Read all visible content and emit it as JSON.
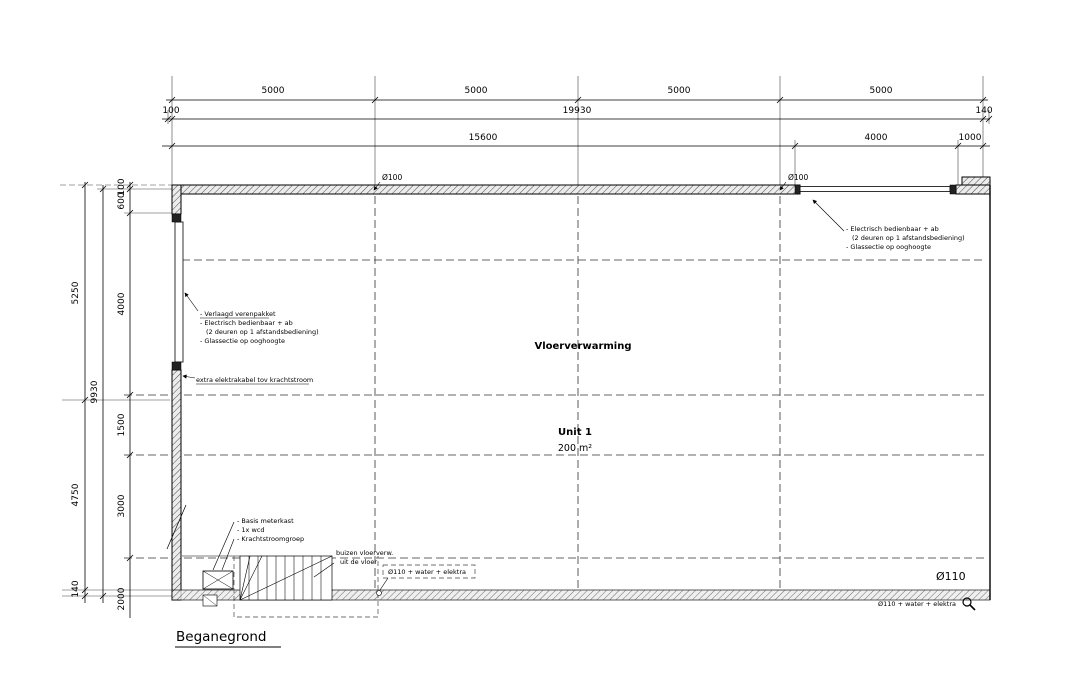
{
  "drawing_title": "Beganegrond",
  "dims": {
    "top1": [
      "5000",
      "5000",
      "5000",
      "5000"
    ],
    "top2": [
      "100",
      "19930",
      "140"
    ],
    "top3": [
      "15600",
      "4000",
      "1000"
    ],
    "left_outer": [
      "5250",
      "4750",
      "140"
    ],
    "left_mid": "9930",
    "left_inner": [
      "100",
      "600",
      "4000",
      "1500",
      "3000",
      "2000"
    ]
  },
  "labels": {
    "floor_heating": "Vloerverwarming",
    "unit_name": "Unit 1",
    "unit_area": "200 m²",
    "pipe_top_left": "Ø100",
    "pipe_top_right": "Ø100",
    "pipe_right": "Ø110",
    "pipe_bottom_left": "Ø110 + water + elektra",
    "pipe_bottom_right": "Ø110 + water + elektra"
  },
  "annotations": {
    "left_door": {
      "l1": "- Verlaagd verenpakket",
      "l2": "- Electrisch bedienbaar + ab",
      "l3": "(2 deuren op 1 afstandsbediening)",
      "l4": "- Glassectie op ooghoogte"
    },
    "cable": "extra elektrakabel tov krachtstroom",
    "right_door": {
      "l1": "- Electrisch bedienbaar + ab",
      "l2": "(2 deuren op 1 afstandsbediening)",
      "l3": "- Glassectie op ooghoogte"
    },
    "meter": {
      "l1": "- Basis meterkast",
      "l2": "- 1x wcd",
      "l3": "- Krachtstroomgroep"
    },
    "floor_pipes_line1": "buizen vloerverw.",
    "floor_pipes_line2": "uit de vloer"
  }
}
